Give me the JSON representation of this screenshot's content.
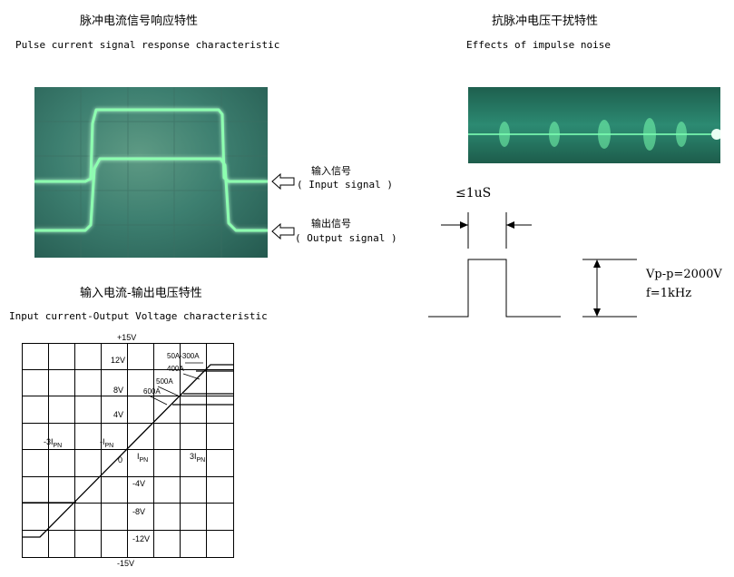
{
  "pulse_response": {
    "title_cn": "脉冲电流信号响应特性",
    "title_en": "Pulse current signal response characteristic",
    "input_cn": "输入信号",
    "input_en": "( Input  signal )",
    "output_cn": "输出信号",
    "output_en": "( Output  signal )"
  },
  "impulse_noise": {
    "title_cn": "抗脉冲电压干扰特性",
    "title_en": "Effects of impulse noise",
    "width_label": "≤1uS",
    "vpp_label": "Vp-p=2000V",
    "freq_label": "f=1kHz"
  },
  "transfer": {
    "title_cn": "输入电流-输出电压特性",
    "title_en": "Input current-Output Voltage characteristic",
    "y_labels": {
      "p15": "+15V",
      "p12": "12V",
      "p8": "8V",
      "p4": "4V",
      "zero": "0",
      "m4": "-4V",
      "m8": "-8V",
      "m12": "-12V",
      "m15": "-15V"
    },
    "x_labels": {
      "m3": "-3I",
      "m1": "-I",
      "p1": "I",
      "p3": "3I",
      "sub": "PN"
    },
    "range_labels": {
      "r50": "50A-300A",
      "r400": "400A",
      "r500": "500A",
      "r600": "600A"
    }
  },
  "colors": {
    "scope_bg": "#2f7a6a",
    "trace": "#8dffb0",
    "stroke": "#000000"
  }
}
